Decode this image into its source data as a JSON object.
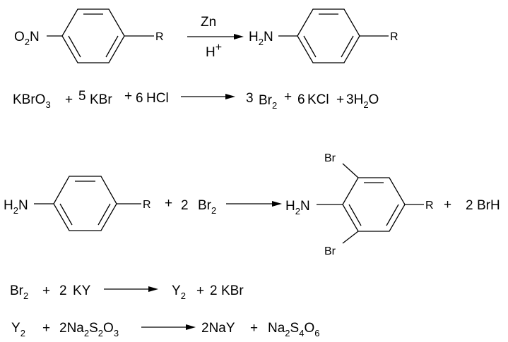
{
  "reaction1": {
    "reactant_o": "O",
    "reactant_o_sub": "2",
    "reactant_n": "N",
    "ring_r": "R",
    "reagent_top": "Zn",
    "reagent_bottom": "H",
    "reagent_charge": "+",
    "product_h": "H",
    "product_h_sub": "2",
    "product_n": "N",
    "product_r": "R"
  },
  "reaction2": {
    "kbro": "KBrO",
    "kbro_sub": "3",
    "plus1": "+",
    "coef_kbr": "5",
    "kbr": "KBr",
    "plus2": "+",
    "coef_hcl": "6",
    "hcl": "HCl",
    "coef_br2": "3",
    "br": "Br",
    "br_sub": "2",
    "plus3": "+",
    "coef_kcl": "6",
    "kcl": "KCl",
    "plus4": "+",
    "coef_h2o": "3",
    "h2o_h": "H",
    "h2o_sub": "2",
    "h2o_o": "O"
  },
  "reaction3": {
    "amine_h": "H",
    "amine_sub": "2",
    "amine_n": "N",
    "ring_r": "R",
    "plus1": "+",
    "coef_br2": "2",
    "br": "Br",
    "br_sub": "2",
    "product_h": "H",
    "product_sub": "2",
    "product_n": "N",
    "br_top": "Br",
    "br_bottom": "Br",
    "product_r": "R",
    "plus2": "+",
    "coef_hbr": "2",
    "brh": "BrH"
  },
  "reaction4": {
    "br": "Br",
    "br_sub": "2",
    "plus1": "+",
    "coef_ky": "2",
    "ky": "KY",
    "y": "Y",
    "y_sub": "2",
    "plus2": "+",
    "coef_kbr": "2",
    "kbr": "KBr"
  },
  "reaction5": {
    "y": "Y",
    "y_sub": "2",
    "plus1": "+",
    "coef_thio": "2",
    "na": "Na",
    "na_sub": "2",
    "s": "S",
    "s_sub": "2",
    "o": "O",
    "o_sub": "3",
    "coef_nay": "2",
    "nay": "NaY",
    "plus2": "+",
    "na2": "Na",
    "na2_sub": "2",
    "s2": "S",
    "s2_sub": "4",
    "o2": "O",
    "o2_sub": "6"
  }
}
